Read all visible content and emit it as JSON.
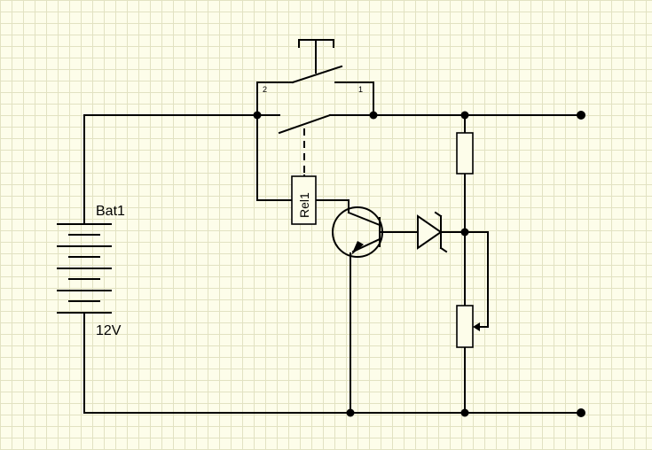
{
  "components": {
    "battery": {
      "name": "Bat1",
      "voltage": "12V"
    },
    "relay": {
      "name": "Rel1"
    },
    "switch": {
      "pin_left": "2",
      "pin_right": "1"
    }
  },
  "colors": {
    "background": "#fdfdea",
    "grid": "#e2e2c2",
    "ink": "#000000"
  }
}
